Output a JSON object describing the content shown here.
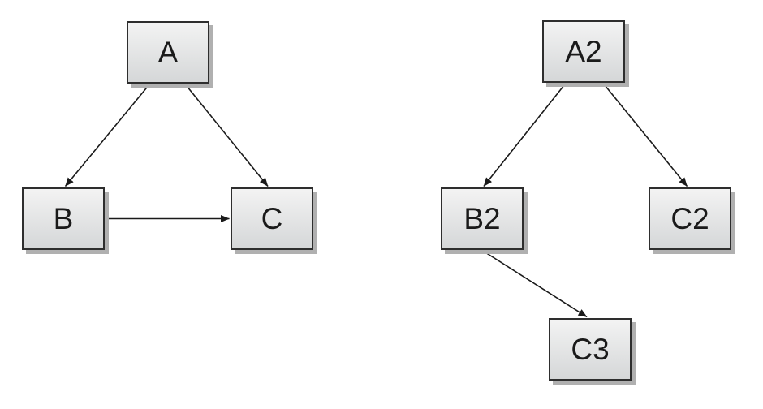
{
  "colors": {
    "background": "#ffffff",
    "node_border": "#2e2e2e",
    "node_fill_light": "#f3f3f3",
    "node_fill_dark": "#d5d7d8",
    "node_shadow": "#b0b0b0",
    "edge": "#1a1a1a",
    "label": "#1a1a1a"
  },
  "left_graph": {
    "nodes": [
      {
        "id": "A",
        "label": "A"
      },
      {
        "id": "B",
        "label": "B"
      },
      {
        "id": "C",
        "label": "C"
      }
    ],
    "edges": [
      {
        "from": "A",
        "to": "B"
      },
      {
        "from": "A",
        "to": "C"
      },
      {
        "from": "B",
        "to": "C"
      }
    ]
  },
  "right_graph": {
    "nodes": [
      {
        "id": "A2",
        "label": "A2"
      },
      {
        "id": "B2",
        "label": "B2"
      },
      {
        "id": "C2",
        "label": "C2"
      },
      {
        "id": "C3",
        "label": "C3"
      }
    ],
    "edges": [
      {
        "from": "A2",
        "to": "B2"
      },
      {
        "from": "A2",
        "to": "C2"
      },
      {
        "from": "B2",
        "to": "C3"
      }
    ]
  }
}
